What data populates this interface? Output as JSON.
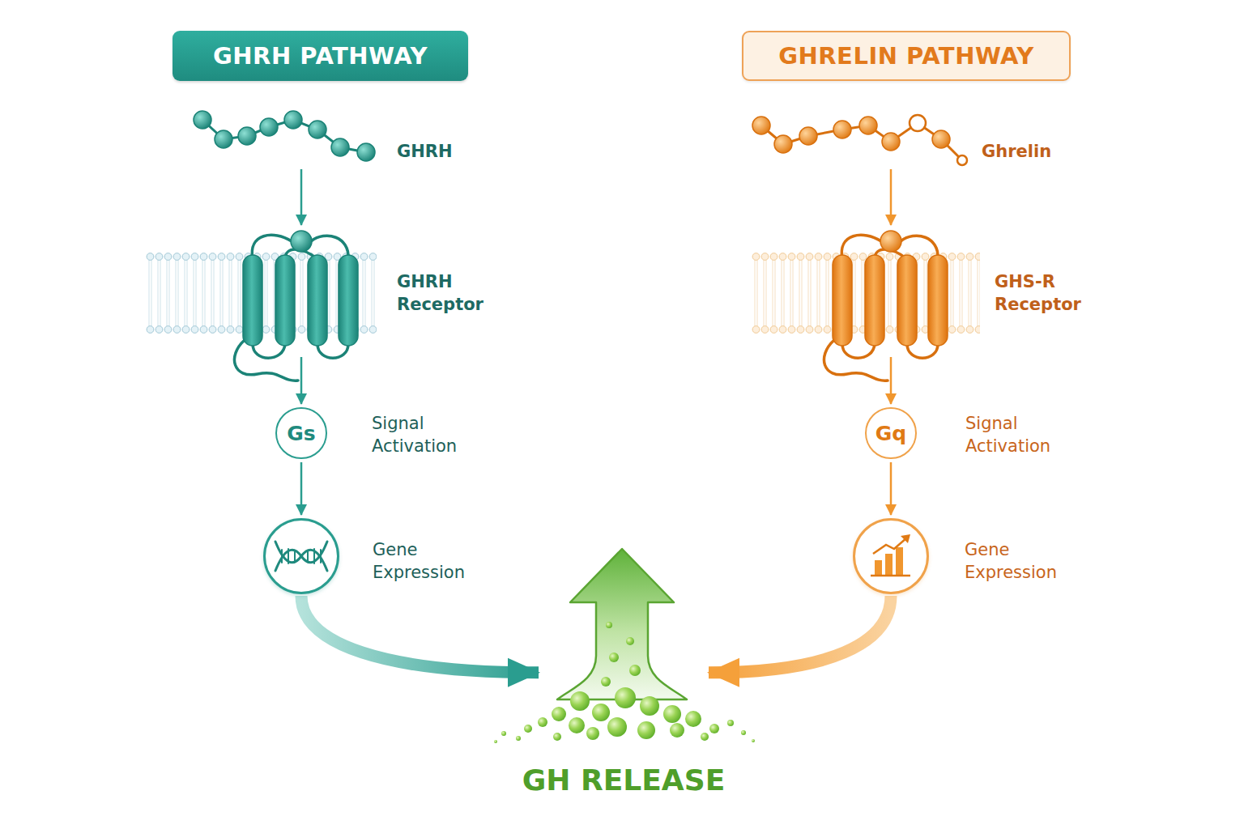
{
  "diagram": {
    "nodes": [
      {
        "text": [
          "GHRH PATHWAY"
        ]
      },
      {
        "text": [
          "GHRH"
        ]
      },
      {
        "text": [
          "GHRH Receptor"
        ]
      },
      {
        "text": [
          "Gs",
          "Signal Activation"
        ]
      },
      {
        "text": [
          "Gene Expression"
        ]
      },
      {
        "text": [
          "GHRELIN PATHWAY"
        ]
      },
      {
        "text": [
          "Ghrelin"
        ]
      },
      {
        "text": [
          "GHS-R Receptor"
        ]
      },
      {
        "text": [
          "Gq",
          "Signal Activation"
        ]
      },
      {
        "text": [
          "Gene Expression"
        ]
      },
      {
        "text": [
          "GH RELEASE"
        ]
      }
    ],
    "edges": [
      {
        "from": 1,
        "to": 2,
        "arrow": "to"
      },
      {
        "from": 2,
        "to": 3,
        "arrow": "to"
      },
      {
        "from": 3,
        "to": 4,
        "arrow": "to"
      },
      {
        "from": 4,
        "to": 10,
        "arrow": "to"
      },
      {
        "from": 6,
        "to": 7,
        "arrow": "to"
      },
      {
        "from": 7,
        "to": 8,
        "arrow": "to"
      },
      {
        "from": 8,
        "to": 9,
        "arrow": "to"
      },
      {
        "from": 9,
        "to": 10,
        "arrow": "to"
      }
    ]
  }
}
